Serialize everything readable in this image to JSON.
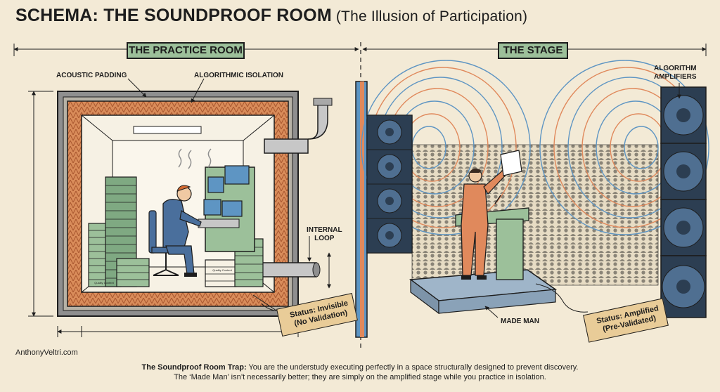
{
  "title": {
    "main": "SCHEMA: THE SOUNDPROOF ROOM",
    "sub": "(The Illusion of Participation)"
  },
  "panels": {
    "practice_room": "THE PRACTICE ROOM",
    "stage": "THE STAGE"
  },
  "callouts": {
    "acoustic_padding": "ACOUSTIC PADDING",
    "algorithmic_isolation": "ALGORITHMIC ISOLATION",
    "internal_loop_line1": "INTERNAL",
    "internal_loop_line2": "LOOP",
    "algorithm_amplifiers_line1": "ALGORITHM",
    "algorithm_amplifiers_line2": "AMPLIFIERS",
    "made_man": "MADE MAN"
  },
  "tags": {
    "invisible_line1": "Status: Invisible",
    "invisible_line2": "(No Validation)",
    "amplified_line1": "Status: Amplified",
    "amplified_line2": "(Pre-Validated)"
  },
  "book_label": "Quality Content",
  "credit": "AnthonyVeltri.com",
  "footer": {
    "lead": "The Soundproof Room Trap:",
    "line1": "You are the understudy executing perfectly in a space structurally designed to prevent discovery.",
    "line2": "The ‘Made Man’ isn’t necessarily better; they are simply on the amplified stage while you practice in isolation."
  },
  "colors": {
    "background": "#f3ead6",
    "label_green": "#9cc09a",
    "padding_orange": "#d98c5a",
    "wall_gray": "#8f8f8f",
    "wave_blue": "#5e95c3",
    "wave_orange": "#e0895c",
    "speaker_blue": "#3d5a78",
    "tag_tan": "#e9cc98",
    "suit_orange": "#e0895c",
    "worker_blue": "#4a6f9c"
  }
}
